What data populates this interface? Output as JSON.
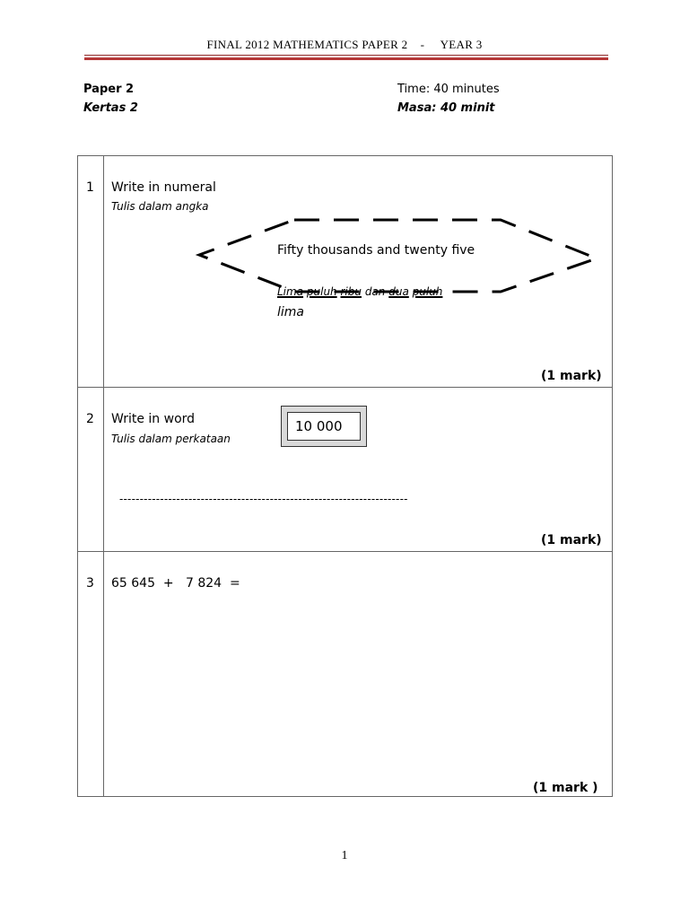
{
  "header": {
    "title": "FINAL 2012 MATHEMATICS PAPER 2    -     YEAR 3",
    "accent_color": "#b53838"
  },
  "info": {
    "paper": "Paper 2",
    "kertas": "Kertas 2",
    "time": "Time: 40 minutes",
    "masa": "Masa: 40 minit"
  },
  "questions": [
    {
      "number": "1",
      "text": "Write in numeral",
      "subtext": "Tulis dalam angka",
      "prompt": "Fifty thousands and twenty five",
      "prompt_malay": [
        "Lima",
        "puluh",
        "ribu",
        "dan",
        "dua",
        "puluh"
      ],
      "prompt_malay_tail": "lima",
      "mark": "(1 mark)"
    },
    {
      "number": "2",
      "text": "Write in word",
      "subtext": "Tulis dalam perkataan",
      "number_shown": "10  000",
      "answer_line": "-----------------------------------------------------------------------",
      "mark": "(1 mark)"
    },
    {
      "number": "3",
      "text": "65 645  +   7 824  =",
      "mark": "(1 mark )"
    }
  ],
  "footer": {
    "page_number": "1"
  }
}
